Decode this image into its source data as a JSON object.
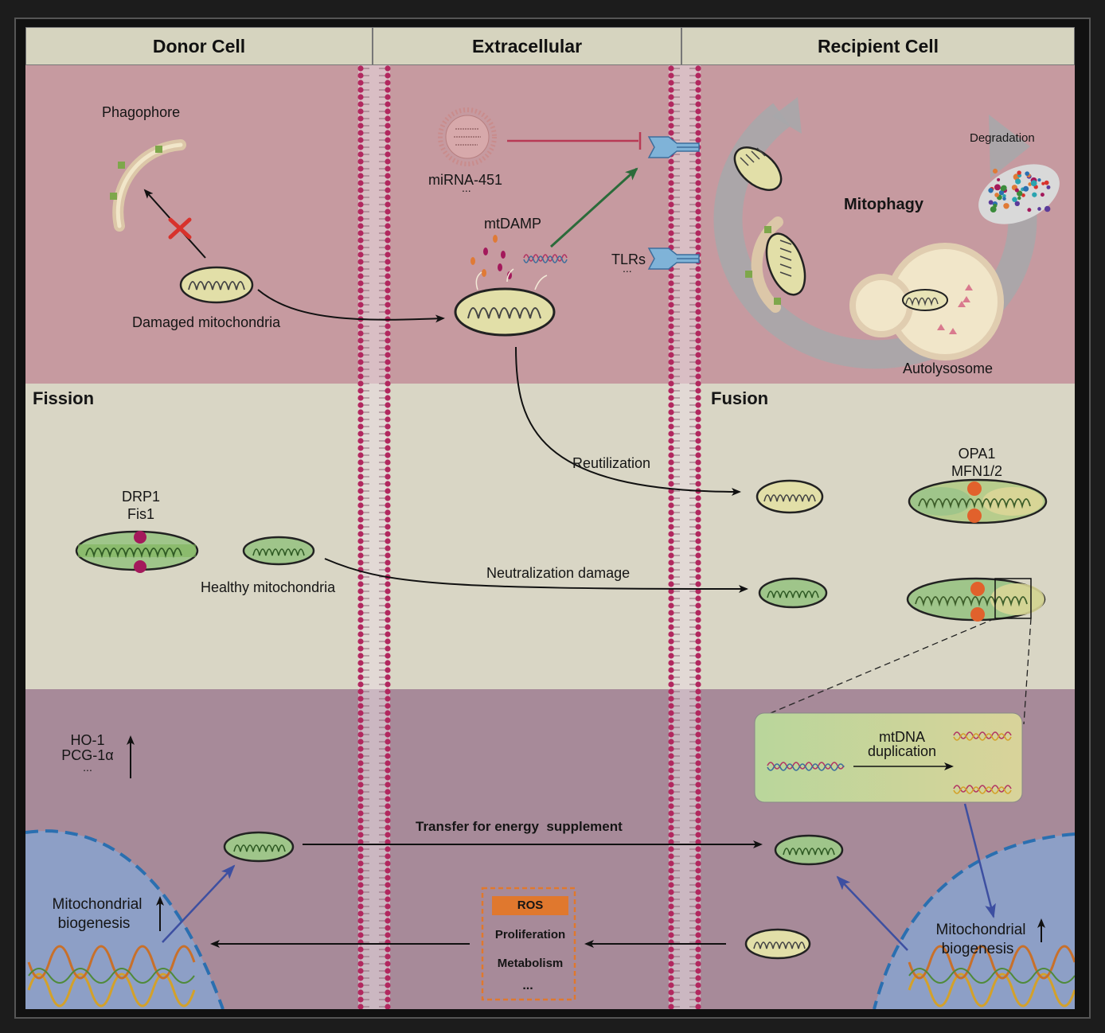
{
  "headers": {
    "donor": "Donor Cell",
    "extracellular": "Extracellular",
    "recipient": "Recipient Cell"
  },
  "top": {
    "phagophore": "Phagophore",
    "damaged_mito": "Damaged mitochondria",
    "mirna": "miRNA-451",
    "mirna_dots": "...",
    "mtdamp": "mtDAMP",
    "tlrs": "TLRs",
    "tlrs_dots": "...",
    "mitophagy": "Mitophagy",
    "degradation": "Degradation",
    "autolysosome": "Autolysosome"
  },
  "middle": {
    "fission": "Fission",
    "fusion": "Fusion",
    "drp1": "DRP1",
    "fis1": "Fis1",
    "healthy_mito": "Healthy mitochondria",
    "reutilization": "Reutilization",
    "opa1": "OPA1",
    "mfn": "MFN1/2",
    "neutralization": "Neutralization damage"
  },
  "bottom": {
    "ho1": "HO-1",
    "pcg": "PCG-1α",
    "dots": "...",
    "mtdna_line1": "mtDNA",
    "mtdna_line2": "duplication",
    "transfer": "Transfer for energy  supplement",
    "biogenesis_line1": "Mitochondrial",
    "biogenesis_line2": "biogenesis",
    "ros": "ROS",
    "proliferation": "Proliferation",
    "metabolism": "Metabolism",
    "box_dots": "..."
  },
  "colors": {
    "top_band": "#c69aa0",
    "middle_band": "#d9d6c5",
    "bottom_band": "#a78a99",
    "nucleus": "#8d9fc6",
    "membrane_bead": "#b2285f",
    "receptor": "#7fb3d8",
    "mito_damaged": "#e2dfa8",
    "mito_healthy": "#7fb45a",
    "fission_protein": "#a3195b",
    "fusion_protein": "#e1612c",
    "inhibit_line": "#b83a55",
    "green_arrow": "#2b6b3a",
    "blue_arrow": "#3d4fa1",
    "ros_box": "#e0782e"
  }
}
